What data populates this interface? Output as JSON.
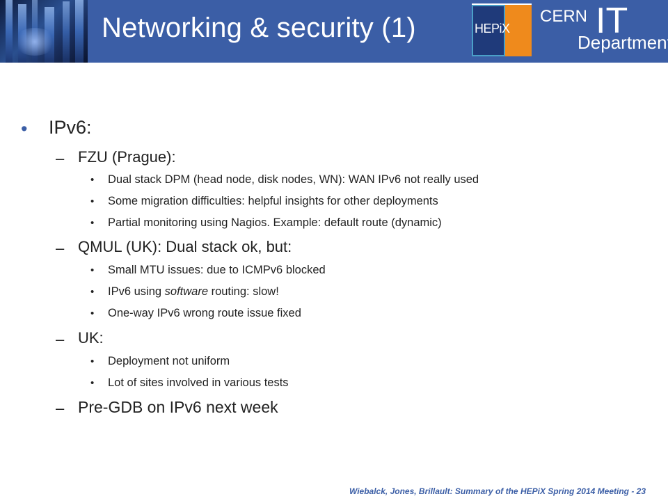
{
  "slide": {
    "title": "Networking & security (1)",
    "logos": {
      "hepix": "HEPiX",
      "cern": "CERN",
      "it": "IT",
      "department": "Department"
    },
    "colors": {
      "header_bg": "#3b5ea6",
      "hepix_orange": "#ef8a1c",
      "hepix_navy": "#1f3a7a",
      "text": "#222222",
      "footer": "#3b5ea6"
    },
    "bullet_marker": "•",
    "dash_marker": "–",
    "topic": "IPv6:",
    "sections": [
      {
        "heading": "FZU (Prague):",
        "items": [
          "Dual stack DPM (head node, disk nodes, WN): WAN IPv6 not really used",
          "Some migration difficulties: helpful insights for other deployments",
          "Partial monitoring using Nagios. Example: default route (dynamic)"
        ]
      },
      {
        "heading": "QMUL (UK): Dual stack ok, but:",
        "items": [
          "Small MTU issues: due to ICMPv6 blocked",
          {
            "before": "IPv6 using ",
            "emphasis": "software",
            "after": " routing: slow!"
          },
          "One-way IPv6 wrong route issue fixed"
        ]
      },
      {
        "heading": "UK:",
        "items": [
          "Deployment not uniform",
          "Lot of sites involved in various tests"
        ]
      },
      {
        "heading": "Pre-GDB on IPv6 next week",
        "items": []
      }
    ],
    "footer": "Wiebalck, Jones, Brillault: Summary of the HEPiX Spring 2014 Meeting - 23"
  }
}
